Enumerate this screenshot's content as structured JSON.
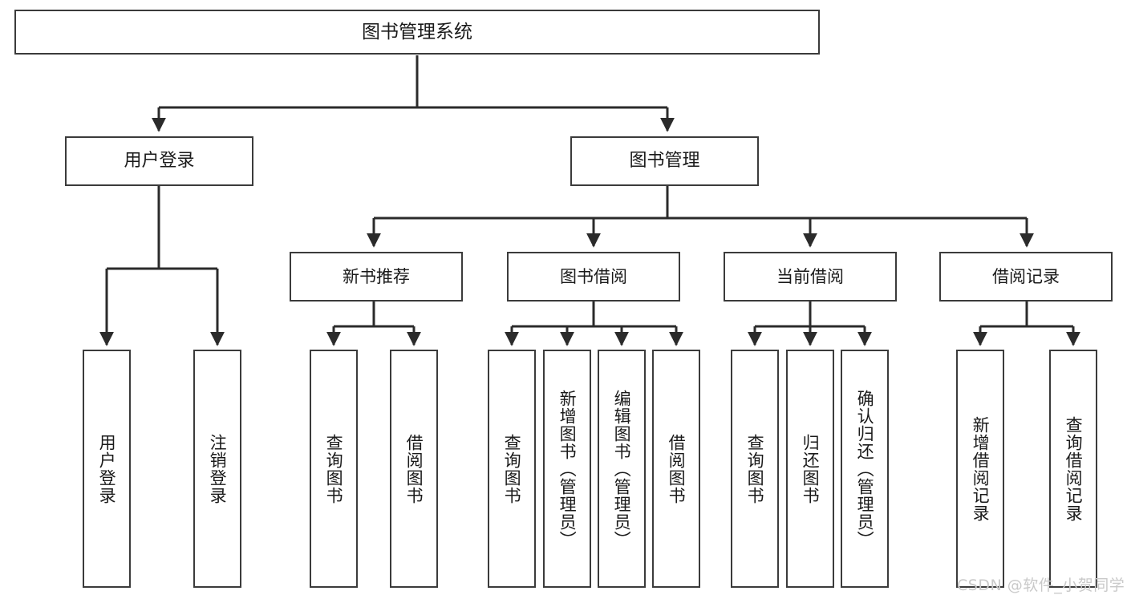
{
  "diagram": {
    "type": "tree-hierarchy-chart",
    "title": "图书管理系统",
    "root": {
      "id": "root",
      "label": "图书管理系统"
    },
    "level1": [
      {
        "id": "user-login",
        "label": "用户登录"
      },
      {
        "id": "book-management",
        "label": "图书管理"
      }
    ],
    "level2": [
      {
        "id": "new-book-recommend",
        "label": "新书推荐",
        "parent": "book-management"
      },
      {
        "id": "book-borrow",
        "label": "图书借阅",
        "parent": "book-management"
      },
      {
        "id": "current-borrow",
        "label": "当前借阅",
        "parent": "book-management"
      },
      {
        "id": "borrow-records",
        "label": "借阅记录",
        "parent": "book-management"
      }
    ],
    "leaves": {
      "user_login": [
        {
          "id": "leaf-user-login",
          "label": "用户登录"
        },
        {
          "id": "leaf-logout-login",
          "label": "注销登录"
        }
      ],
      "new_book_recommend": [
        {
          "id": "leaf-query-books-1",
          "label": "查询图书"
        },
        {
          "id": "leaf-borrow-books-1",
          "label": "借阅图书"
        }
      ],
      "book_borrow": [
        {
          "id": "leaf-query-books-2",
          "label": "查询图书"
        },
        {
          "id": "leaf-add-book-admin",
          "label": "新增图书（管理员）"
        },
        {
          "id": "leaf-edit-book-admin",
          "label": "编辑图书（管理员）"
        },
        {
          "id": "leaf-borrow-books-2",
          "label": "借阅图书"
        }
      ],
      "current_borrow": [
        {
          "id": "leaf-query-books-3",
          "label": "查询图书"
        },
        {
          "id": "leaf-return-books",
          "label": "归还图书"
        },
        {
          "id": "leaf-confirm-return-admin",
          "label": "确认归还（管理员）"
        }
      ],
      "borrow_records": [
        {
          "id": "leaf-add-borrow-record",
          "label": "新增借阅记录"
        },
        {
          "id": "leaf-query-borrow-record",
          "label": "查询借阅记录"
        }
      ]
    }
  },
  "watermark": {
    "text": "CSDN @软件_小贺同学"
  },
  "colors": {
    "box_border": "#3b3b3b",
    "box_fill": "#ffffff",
    "connector": "#2b2b2b",
    "text": "#1a1a1a",
    "watermark": "#c9c9c9"
  }
}
